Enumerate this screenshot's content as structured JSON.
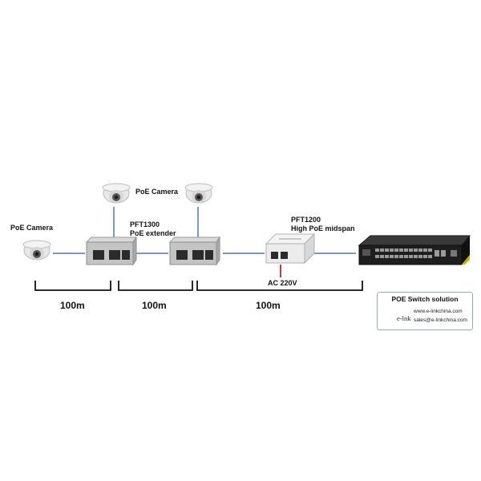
{
  "labels": {
    "camera_left": "PoE Camera",
    "camera_top": "PoE Camera",
    "extender_model": "PFT1300",
    "extender_name": "PoE extender",
    "midspan_model": "PFT1200",
    "midspan_name": "High PoE midspan",
    "power": "AC 220V"
  },
  "distances": [
    "100m",
    "100m",
    "100m"
  ],
  "info_card": {
    "title": "POE Switch solution",
    "brand": "e-lnk",
    "website": "www.e-linkchina.com",
    "email": "sales@e-linkchina.com"
  },
  "colors": {
    "link": "#4a78b0",
    "power_line": "#d02020",
    "bracket": "#111111",
    "switch_body": "#1e1e1e",
    "switch_accent": "#c8b400"
  }
}
